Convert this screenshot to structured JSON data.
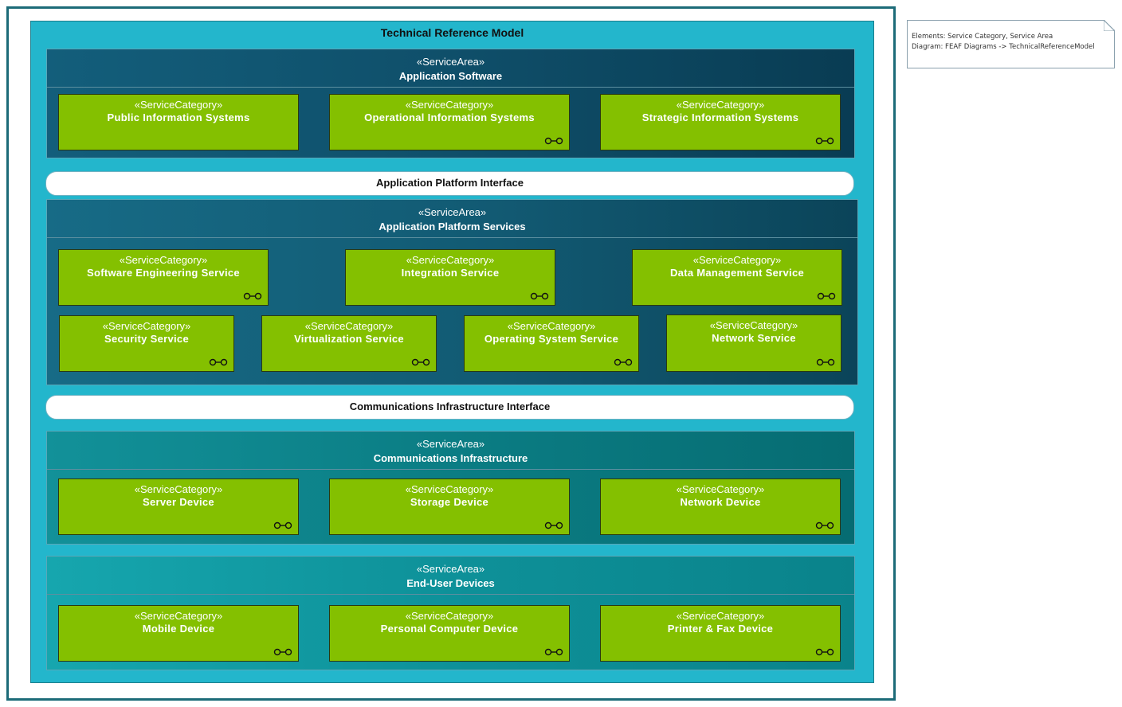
{
  "model": {
    "title": "Technical Reference Model"
  },
  "areas": [
    {
      "stereotype": "«ServiceArea»",
      "name": "Application Software",
      "categories": [
        {
          "stereotype": "«ServiceCategory»",
          "name": "Public Information Systems",
          "linked": false
        },
        {
          "stereotype": "«ServiceCategory»",
          "name": "Operational Information Systems",
          "linked": true
        },
        {
          "stereotype": "«ServiceCategory»",
          "name": "Strategic Information Systems",
          "linked": true
        }
      ]
    },
    {
      "stereotype": "«ServiceArea»",
      "name": "Application Platform Services",
      "categories": [
        {
          "stereotype": "«ServiceCategory»",
          "name": "Software Engineering Service",
          "linked": true
        },
        {
          "stereotype": "«ServiceCategory»",
          "name": "Integration Service",
          "linked": true
        },
        {
          "stereotype": "«ServiceCategory»",
          "name": "Data Management Service",
          "linked": true
        },
        {
          "stereotype": "«ServiceCategory»",
          "name": "Security Service",
          "linked": true
        },
        {
          "stereotype": "«ServiceCategory»",
          "name": "Virtualization Service",
          "linked": true
        },
        {
          "stereotype": "«ServiceCategory»",
          "name": "Operating System Service",
          "linked": true
        },
        {
          "stereotype": "«ServiceCategory»",
          "name": "Network Service",
          "linked": true
        }
      ]
    },
    {
      "stereotype": "«ServiceArea»",
      "name": "Communications Infrastructure",
      "categories": [
        {
          "stereotype": "«ServiceCategory»",
          "name": "Server Device",
          "linked": true
        },
        {
          "stereotype": "«ServiceCategory»",
          "name": "Storage Device",
          "linked": true
        },
        {
          "stereotype": "«ServiceCategory»",
          "name": "Network Device",
          "linked": true
        }
      ]
    },
    {
      "stereotype": "«ServiceArea»",
      "name": "End-User Devices",
      "categories": [
        {
          "stereotype": "«ServiceCategory»",
          "name": "Mobile Device",
          "linked": true
        },
        {
          "stereotype": "«ServiceCategory»",
          "name": "Personal Computer Device",
          "linked": true
        },
        {
          "stereotype": "«ServiceCategory»",
          "name": "Printer & Fax Device",
          "linked": true
        }
      ]
    }
  ],
  "interfaces": [
    {
      "name": "Application Platform Interface"
    },
    {
      "name": "Communications Infrastructure Interface"
    }
  ],
  "note": {
    "line1": "Elements: Service Category, Service Area",
    "line2": "Diagram: FEAF Diagrams -> TechnicalReferenceModel"
  },
  "colors": {
    "category_fill": "#84c000",
    "model_fill": "#23b6cc",
    "frame_border": "#1c6b78"
  },
  "icons": {
    "category_link": "link-icon"
  }
}
